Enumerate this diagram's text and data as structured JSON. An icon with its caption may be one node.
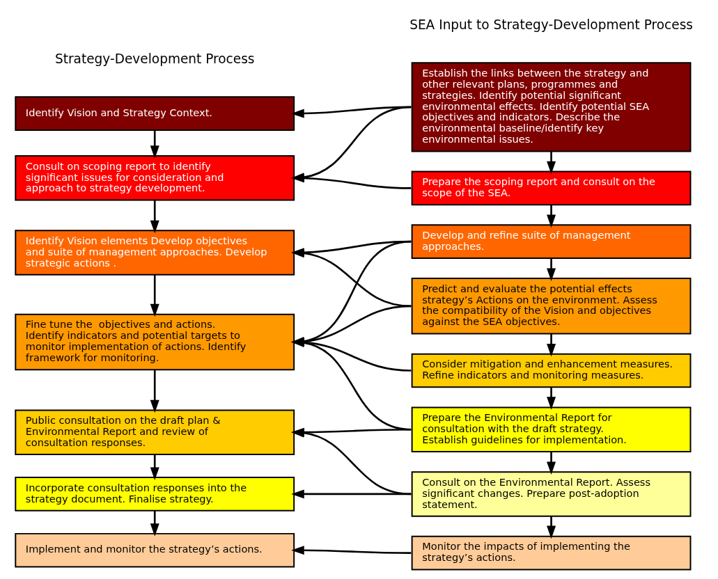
{
  "diagram": {
    "nodes": [
      {
        "text": [
          "Identify Vision and Strategy Context."
        ]
      },
      {
        "text": [
          "Consult on scoping report to identify significant issues for consideration and approach to strategy development."
        ]
      },
      {
        "text": [
          "Identify Vision elements Develop objectives and suite of management approaches. Develop strategic actions ."
        ]
      },
      {
        "text": [
          "Fine tune the  objectives and actions. Identify indicators and potential targets to monitor implementation of actions. Identify framework for monitoring."
        ]
      },
      {
        "text": [
          "Public consultation on the draft plan & Environmental Report and review of consultation responses."
        ]
      },
      {
        "text": [
          "Incorporate consultation responses into the strategy document. Finalise strategy."
        ]
      },
      {
        "text": [
          "Implement and monitor the strategy’s actions."
        ]
      },
      {
        "text": [
          "Establish the links between the strategy and other relevant plans, programmes and strategies. Identify potential significant environmental effects. Identify potential SEA objectives and indicators. Describe the environmental baseline/identify key environmental issues."
        ]
      },
      {
        "text": [
          "Prepare the scoping report and consult on the scope of the SEA."
        ]
      },
      {
        "text": [
          "Develop and refine suite of management approaches."
        ]
      },
      {
        "text": [
          "Predict and evaluate the potential effects strategy’s Actions on the environment. Assess the compatibility of the Vision and objectives against the SEA objectives."
        ]
      },
      {
        "text": [
          "Consider mitigation and enhancement measures. Refine indicators and monitoring measures."
        ]
      },
      {
        "text": [
          "Prepare the Environmental Report for consultation with the draft strategy. Establish guidelines for implementation."
        ]
      },
      {
        "text": [
          "Consult on the Environmental Report. Assess significant changes. Prepare post-adoption statement."
        ]
      },
      {
        "text": [
          "Monitor the impacts of implementing the strategy’s actions."
        ]
      }
    ],
    "edges": [
      {
        "from": 0,
        "to": 1,
        "arrow": "to"
      },
      {
        "from": 1,
        "to": 2,
        "arrow": "to"
      },
      {
        "from": 2,
        "to": 3,
        "arrow": "to"
      },
      {
        "from": 3,
        "to": 4,
        "arrow": "to"
      },
      {
        "from": 4,
        "to": 5,
        "arrow": "to"
      },
      {
        "from": 5,
        "to": 6,
        "arrow": "to"
      },
      {
        "from": 7,
        "to": 8,
        "arrow": "to"
      },
      {
        "from": 8,
        "to": 9,
        "arrow": "to"
      },
      {
        "from": 9,
        "to": 10,
        "arrow": "to"
      },
      {
        "from": 10,
        "to": 11,
        "arrow": "to"
      },
      {
        "from": 11,
        "to": 12,
        "arrow": "to"
      },
      {
        "from": 12,
        "to": 13,
        "arrow": "to"
      },
      {
        "from": 13,
        "to": 14,
        "arrow": "to"
      },
      {
        "from": 7,
        "to": 0,
        "arrow": "to"
      },
      {
        "from": 7,
        "to": 1,
        "arrow": "to"
      },
      {
        "from": 8,
        "to": 1,
        "arrow": "to"
      },
      {
        "from": 9,
        "to": 2,
        "arrow": "to"
      },
      {
        "from": 9,
        "to": 3,
        "arrow": "to"
      },
      {
        "from": 10,
        "to": 2,
        "arrow": "to"
      },
      {
        "from": 10,
        "to": 3,
        "arrow": "to"
      },
      {
        "from": 11,
        "to": 3,
        "arrow": "to"
      },
      {
        "from": 12,
        "to": 3,
        "arrow": "to"
      },
      {
        "from": 12,
        "to": 4,
        "arrow": "to"
      },
      {
        "from": 13,
        "to": 4,
        "arrow": "to"
      },
      {
        "from": 13,
        "to": 5,
        "arrow": "to"
      },
      {
        "from": 14,
        "to": 6,
        "arrow": "to"
      }
    ],
    "labels": [
      "Strategy-Development Process",
      "SEA Input to Strategy-Development Process"
    ]
  }
}
